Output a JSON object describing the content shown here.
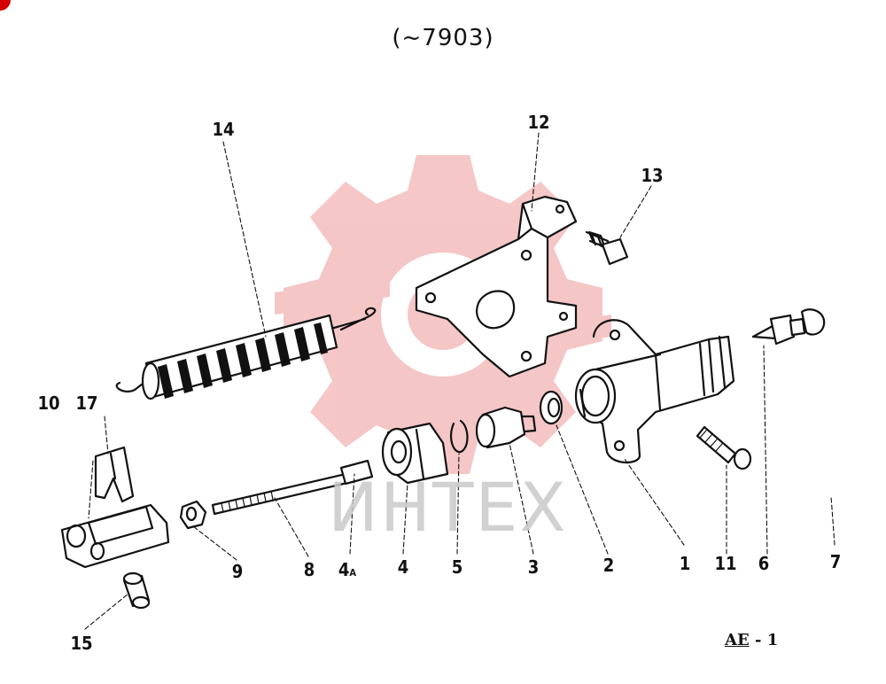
{
  "title": "(~7903)",
  "watermark_text": "ИНТЕХ",
  "diagram_code": {
    "prefix": "AE",
    "suffix": " - 1"
  },
  "callouts": {
    "c1": "1",
    "c2": "2",
    "c3": "3",
    "c4": "4",
    "c4a": "4",
    "c4a_sub": "A",
    "c5": "5",
    "c6": "6",
    "c7": "7",
    "c8": "8",
    "c9": "9",
    "c10": "10",
    "c11": "11",
    "c12": "12",
    "c13": "13",
    "c14": "14",
    "c15": "15",
    "c17": "17"
  },
  "colors": {
    "line": "#111111",
    "watermark": "#f2b4b4"
  }
}
